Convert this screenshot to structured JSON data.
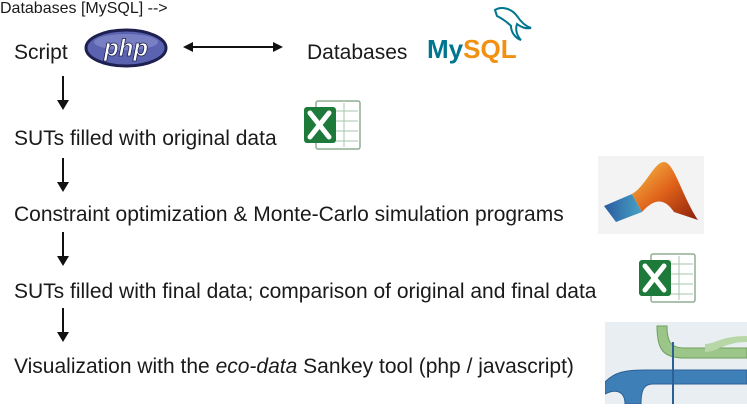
{
  "script_label": "Script",
  "php_logo_text": "php",
  "databases_label": "Databases",
  "mysql_logo_text": "MySQL",
  "steps": [
    {
      "text": "SUTs filled with original data",
      "icon": "excel-icon"
    },
    {
      "text": "Constraint optimization & Monte-Carlo simulation programs",
      "icon": "matlab-icon"
    },
    {
      "text": "SUTs filled with final data; comparison of original and final data",
      "icon": "excel-icon"
    },
    {
      "text_before": "Visualization with the ",
      "text_italic": "eco-data",
      "text_after": " Sankey tool (php / javascript)",
      "icon": "sankey-thumbnail"
    }
  ],
  "arrow_icon": "down-arrow-icon",
  "link_arrow_icon": "double-arrow-icon",
  "colors": {
    "php_fill": "#5b63b0",
    "php_outline": "#1d2050",
    "mysql_blue": "#00758f",
    "mysql_orange": "#f29111",
    "excel_green": "#1d7a3a",
    "sankey_blue": "#3f7fb8",
    "sankey_green": "#9cc58a"
  }
}
